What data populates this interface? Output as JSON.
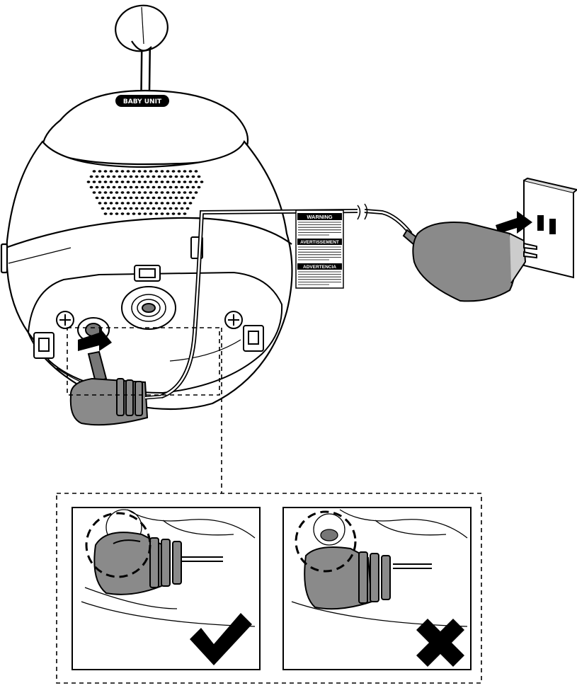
{
  "device": {
    "badge_label": "BABY UNIT"
  },
  "warning_label": {
    "sections": [
      "WARNING",
      "AVERTISSEMENT",
      "ADVERTENCIA"
    ]
  },
  "comparison": {
    "correct": {
      "icon": "check-mark-icon",
      "meaning": "plug fully inserted"
    },
    "incorrect": {
      "icon": "cross-mark-icon",
      "meaning": "plug not fully inserted"
    }
  },
  "colors": {
    "line": "#000000",
    "plug_fill": "#8a8a8a",
    "background": "#ffffff"
  }
}
